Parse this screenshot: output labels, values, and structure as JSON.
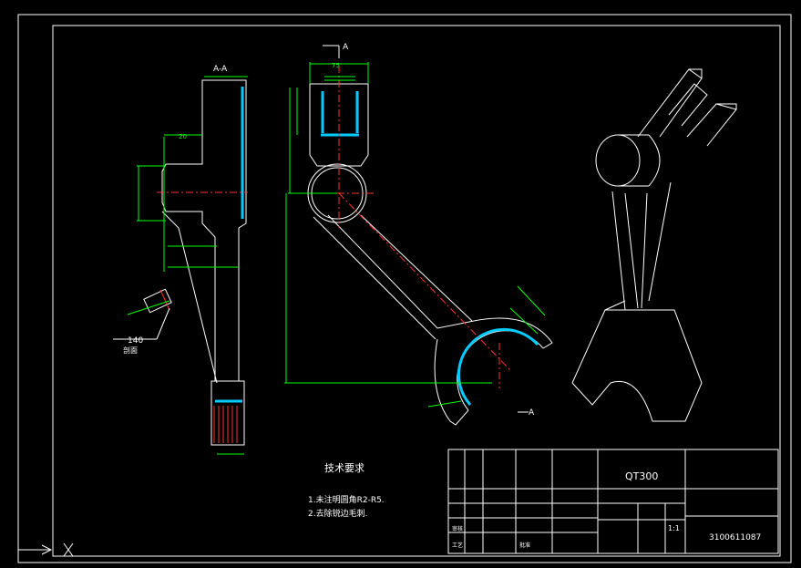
{
  "colors": {
    "background": "#000000",
    "outline": "#ffffff",
    "dimension": "#00ff00",
    "centerline": "#ff0000",
    "hatch": "#00ccff"
  },
  "section_view": {
    "title": "A-A",
    "dims": [
      "20"
    ]
  },
  "section_arrow": {
    "letter_top": "A",
    "letter_bottom": "A"
  },
  "side_view": {
    "dims": [
      "75"
    ]
  },
  "detail_view": {
    "dim": "140",
    "label": "剖面"
  },
  "tech_requirements": {
    "title": "技术要求",
    "lines": [
      "1.未注明圆角R2-R5.",
      "2.去除锐边毛刺."
    ]
  },
  "title_block": {
    "material": "QT300",
    "scale": "1:1",
    "drawing_number": "3100611087",
    "labels": [
      "审核",
      "工艺",
      "批准"
    ]
  }
}
